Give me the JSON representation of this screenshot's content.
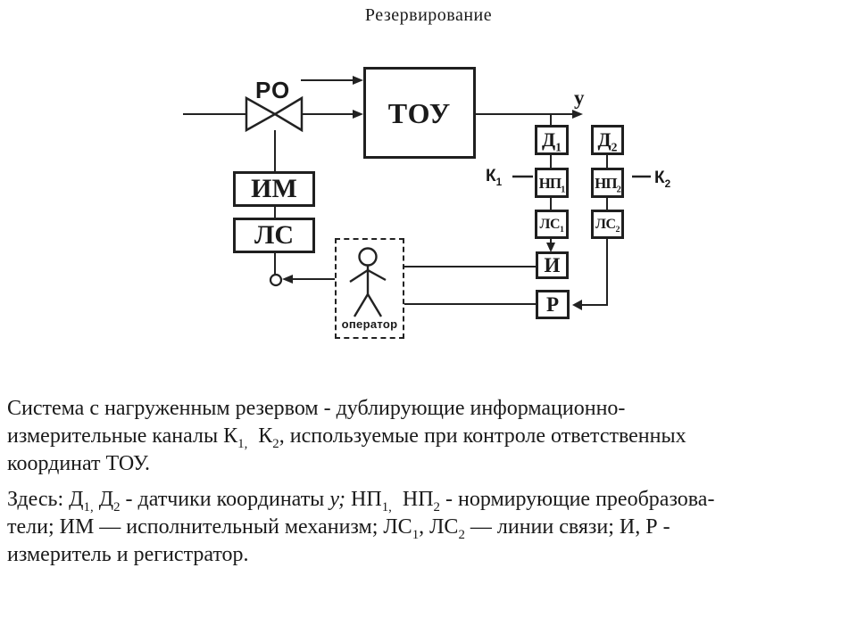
{
  "title": "Резервирование",
  "diagram": {
    "valve_label": "РО",
    "output_label": "y",
    "operator_label": "оператор",
    "blocks": {
      "tou": "ТОУ",
      "im": "ИМ",
      "ls": "ЛС",
      "i": "И",
      "r": "Р",
      "d1": [
        {
          "t": "Д"
        },
        {
          "t": "1",
          "sub": true
        }
      ],
      "d2": [
        {
          "t": "Д"
        },
        {
          "t": "2",
          "sub": true
        }
      ],
      "np1": [
        {
          "t": "НП"
        },
        {
          "t": "1",
          "sub": true
        }
      ],
      "np2": [
        {
          "t": "НП"
        },
        {
          "t": "2",
          "sub": true
        }
      ],
      "ls1": [
        {
          "t": "ЛС"
        },
        {
          "t": "1",
          "sub": true
        }
      ],
      "ls2": [
        {
          "t": "ЛС"
        },
        {
          "t": "2",
          "sub": true
        }
      ]
    },
    "channels": {
      "k1": [
        {
          "t": "К"
        },
        {
          "t": "1",
          "sub": true
        }
      ],
      "k2": [
        {
          "t": "К"
        },
        {
          "t": "2",
          "sub": true
        }
      ]
    },
    "colors": {
      "ink": "#222222",
      "background": "#ffffff"
    }
  },
  "paragraphs": {
    "p1": [
      [
        {
          "t": "Система с нагруженным резервом - дублирующие информационно-"
        }
      ],
      [
        {
          "t": "измерительные каналы К"
        },
        {
          "t": "1,",
          "sub": true
        },
        {
          "t": "  К"
        },
        {
          "t": "2",
          "sub": true
        },
        {
          "t": ", используемые при контроле ответственных"
        }
      ],
      [
        {
          "t": "координат ТОУ."
        }
      ]
    ],
    "p2": [
      [
        {
          "t": "Здесь: Д"
        },
        {
          "t": "1,",
          "sub": true
        },
        {
          "t": " Д"
        },
        {
          "t": "2",
          "sub": true
        },
        {
          "t": " - датчики координаты "
        },
        {
          "t": "у;",
          "italic": true
        },
        {
          "t": " НП"
        },
        {
          "t": "1,",
          "sub": true
        },
        {
          "t": "  НП"
        },
        {
          "t": "2",
          "sub": true
        },
        {
          "t": " - нормирующие преобразова-"
        }
      ],
      [
        {
          "t": "тели; ИМ — исполнительный механизм; ЛС"
        },
        {
          "t": "1",
          "sub": true
        },
        {
          "t": ", ЛС"
        },
        {
          "t": "2",
          "sub": true
        },
        {
          "t": " — линии связи; И, Р -"
        }
      ],
      [
        {
          "t": "измеритель и регистратор."
        }
      ]
    ]
  }
}
